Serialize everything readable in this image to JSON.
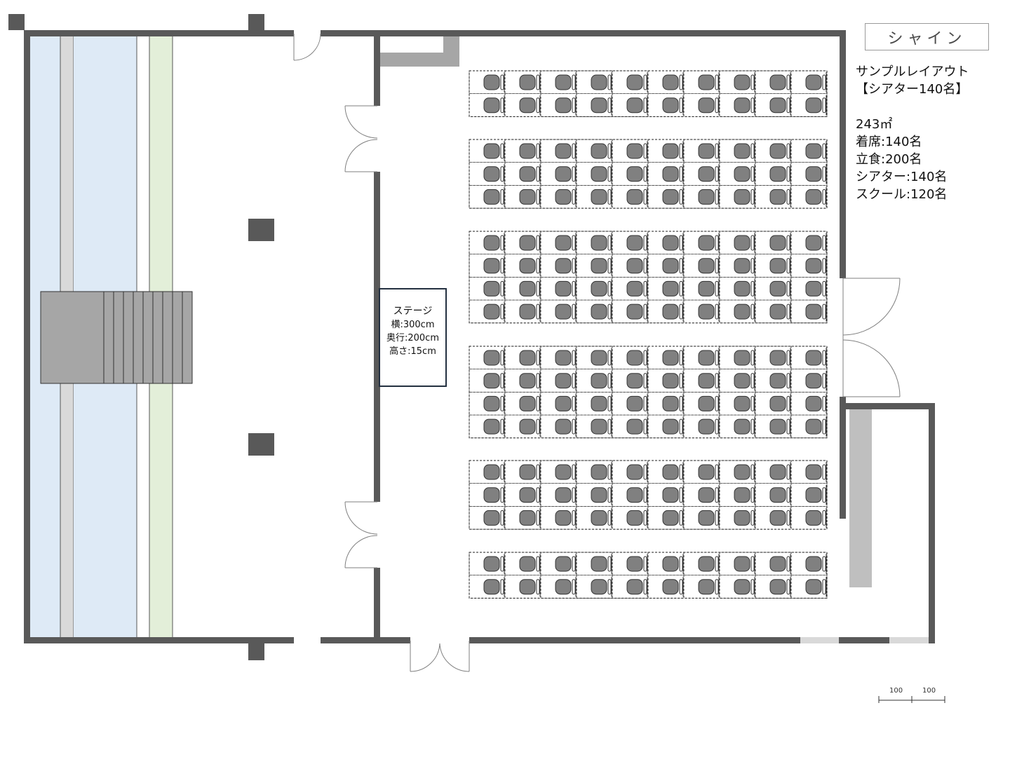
{
  "brand": {
    "title": "シャイン"
  },
  "info": {
    "heading": "サンプルレイアウト",
    "subheading": "【シアター140名】",
    "area": "243㎡",
    "lines": [
      "着席:140名",
      "立食:200名",
      "シアター:140名",
      "スクール:120名"
    ]
  },
  "stage": {
    "title": "ステージ",
    "width": "横:300cm",
    "depth": "奥行:200cm",
    "height": "高さ:15cm"
  },
  "seating": {
    "columns": 10,
    "blocks": [
      {
        "rows": 2
      },
      {
        "rows": 3
      },
      {
        "rows": 4
      },
      {
        "rows": 4
      },
      {
        "rows": 3
      },
      {
        "rows": 2
      }
    ],
    "total": 180
  },
  "scale": {
    "left": "100",
    "right": "100"
  },
  "colors": {
    "wall": "#595959",
    "glass": "#deeaf6",
    "planter": "#e3efd9",
    "rail": "#d9d9d9",
    "stair": "#a6a6a6",
    "chair": "#808080"
  }
}
